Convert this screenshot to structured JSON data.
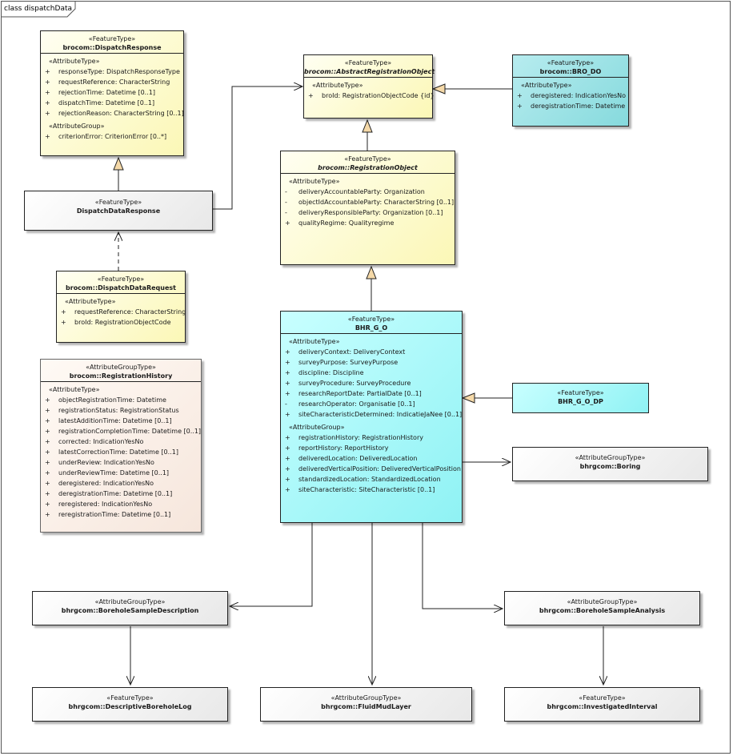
{
  "diagram": {
    "frame_title": "class dispatchData",
    "boxes": {
      "dispatch_response": {
        "stereotype": "«FeatureType»",
        "name": "brocom::DispatchResponse",
        "sections": [
          {
            "title": "«AttributeType»",
            "attrs": [
              {
                "vis": "+",
                "text": "responseType: DispatchResponseType"
              },
              {
                "vis": "+",
                "text": "requestReference: CharacterString"
              },
              {
                "vis": "+",
                "text": "rejectionTime: Datetime [0..1]"
              },
              {
                "vis": "+",
                "text": "dispatchTime: Datetime [0..1]"
              },
              {
                "vis": "+",
                "text": "rejectionReason: CharacterString [0..1]"
              }
            ]
          },
          {
            "title": "«AttributeGroup»",
            "attrs": [
              {
                "vis": "+",
                "text": "criterionError: CriterionError [0..*]"
              }
            ]
          }
        ]
      },
      "abstract_registration_object": {
        "stereotype": "«FeatureType»",
        "name": "brocom::AbstractRegistrationObject",
        "sections": [
          {
            "title": "«AttributeType»",
            "attrs": [
              {
                "vis": "+",
                "text": "broId: RegistrationObjectCode {id}"
              }
            ]
          }
        ]
      },
      "bro_do": {
        "stereotype": "«FeatureType»",
        "name": "brocom::BRO_DO",
        "sections": [
          {
            "title": "«AttributeType»",
            "attrs": [
              {
                "vis": "+",
                "text": "deregistered: IndicationYesNo"
              },
              {
                "vis": "+",
                "text": "deregistrationTime: Datetime"
              }
            ]
          }
        ]
      },
      "registration_object": {
        "stereotype": "«FeatureType»",
        "name": "brocom::RegistrationObject",
        "sections": [
          {
            "title": "«AttributeType»",
            "attrs": [
              {
                "vis": "-",
                "text": "deliveryAccountableParty: Organization"
              },
              {
                "vis": "-",
                "text": "objectIdAccountableParty: CharacterString [0..1]"
              },
              {
                "vis": "-",
                "text": "deliveryResponsibleParty: Organization [0..1]"
              },
              {
                "vis": "+",
                "text": "qualityRegime: Qualityregime"
              }
            ]
          }
        ]
      },
      "dispatch_data_response": {
        "stereotype": "«FeatureType»",
        "name": "DispatchDataResponse"
      },
      "dispatch_data_request": {
        "stereotype": "«FeatureType»",
        "name": "brocom::DispatchDataRequest",
        "sections": [
          {
            "title": "«AttributeType»",
            "attrs": [
              {
                "vis": "+",
                "text": "requestReference: CharacterString"
              },
              {
                "vis": "+",
                "text": "broId: RegistrationObjectCode"
              }
            ]
          }
        ]
      },
      "registration_history": {
        "stereotype": "«AttributeGroupType»",
        "name": "brocom::RegistrationHistory",
        "sections": [
          {
            "title": "«AttributeType»",
            "attrs": [
              {
                "vis": "+",
                "text": "objectRegistrationTime: Datetime"
              },
              {
                "vis": "+",
                "text": "registrationStatus: RegistrationStatus"
              },
              {
                "vis": "+",
                "text": "latestAdditionTime: Datetime [0..1]"
              },
              {
                "vis": "+",
                "text": "registrationCompletionTime: Datetime [0..1]"
              },
              {
                "vis": "+",
                "text": "corrected: IndicationYesNo"
              },
              {
                "vis": "+",
                "text": "latestCorrectionTime: Datetime [0..1]"
              },
              {
                "vis": "+",
                "text": "underReview: IndicationYesNo"
              },
              {
                "vis": "+",
                "text": "underReviewTime: Datetime [0..1]"
              },
              {
                "vis": "+",
                "text": "deregistered: IndicationYesNo"
              },
              {
                "vis": "+",
                "text": "deregistrationTime: Datetime [0..1]"
              },
              {
                "vis": "+",
                "text": "reregistered: IndicationYesNo"
              },
              {
                "vis": "+",
                "text": "reregistrationTime: Datetime [0..1]"
              }
            ]
          }
        ]
      },
      "bhr_g_o": {
        "stereotype": "«FeatureType»",
        "name": "BHR_G_O",
        "sections": [
          {
            "title": "«AttributeType»",
            "attrs": [
              {
                "vis": "+",
                "text": "deliveryContext: DeliveryContext"
              },
              {
                "vis": "+",
                "text": "surveyPurpose: SurveyPurpose"
              },
              {
                "vis": "+",
                "text": "discipline: Discipline"
              },
              {
                "vis": "+",
                "text": "surveyProcedure: SurveyProcedure"
              },
              {
                "vis": "+",
                "text": "researchReportDate: PartialDate [0..1]"
              },
              {
                "vis": "-",
                "text": "researchOperator: Organisatie [0..1]"
              },
              {
                "vis": "+",
                "text": "siteCharacteristicDetermined: IndicatieJaNee [0..1]"
              }
            ]
          },
          {
            "title": "«AttributeGroup»",
            "attrs": [
              {
                "vis": "+",
                "text": "registrationHistory: RegistrationHistory"
              },
              {
                "vis": "+",
                "text": "reportHistory: ReportHistory"
              },
              {
                "vis": "+",
                "text": "deliveredLocation: DeliveredLocation"
              },
              {
                "vis": "+",
                "text": "deliveredVerticalPosition: DeliveredVerticalPosition"
              },
              {
                "vis": "+",
                "text": "standardizedLocation: StandardizedLocation"
              },
              {
                "vis": "+",
                "text": "siteCharacteristic: SiteCharacteristic [0..1]"
              }
            ]
          }
        ]
      },
      "bhr_g_o_dp": {
        "stereotype": "«FeatureType»",
        "name": "BHR_G_O_DP"
      },
      "boring": {
        "stereotype": "«AttributeGroupType»",
        "name": "bhrgcom::Boring"
      },
      "borehole_sample_description": {
        "stereotype": "«AttributeGroupType»",
        "name": "bhrgcom::BoreholeSampleDescription"
      },
      "borehole_sample_analysis": {
        "stereotype": "«AttributeGroupType»",
        "name": "bhrgcom::BoreholeSampleAnalysis"
      },
      "descriptive_borehole_log": {
        "stereotype": "«FeatureType»",
        "name": "bhrgcom::DescriptiveBoreholeLog"
      },
      "fluid_mud_layer": {
        "stereotype": "«AttributeGroupType»",
        "name": "bhrgcom::FluidMudLayer"
      },
      "investigated_interval": {
        "stereotype": "«FeatureType»",
        "name": "bhrgcom::InvestigatedInterval"
      }
    },
    "colors": {
      "feature_yellow": "#fbf7b6",
      "feature_cyan": "#8ff2f4",
      "feature_teal": "#86dadd",
      "attribute_group_peach": "#f6e6dc",
      "external_grey": "#e8e8e8",
      "line": "#222222",
      "generalization_fill": "#f5d9a8"
    }
  }
}
